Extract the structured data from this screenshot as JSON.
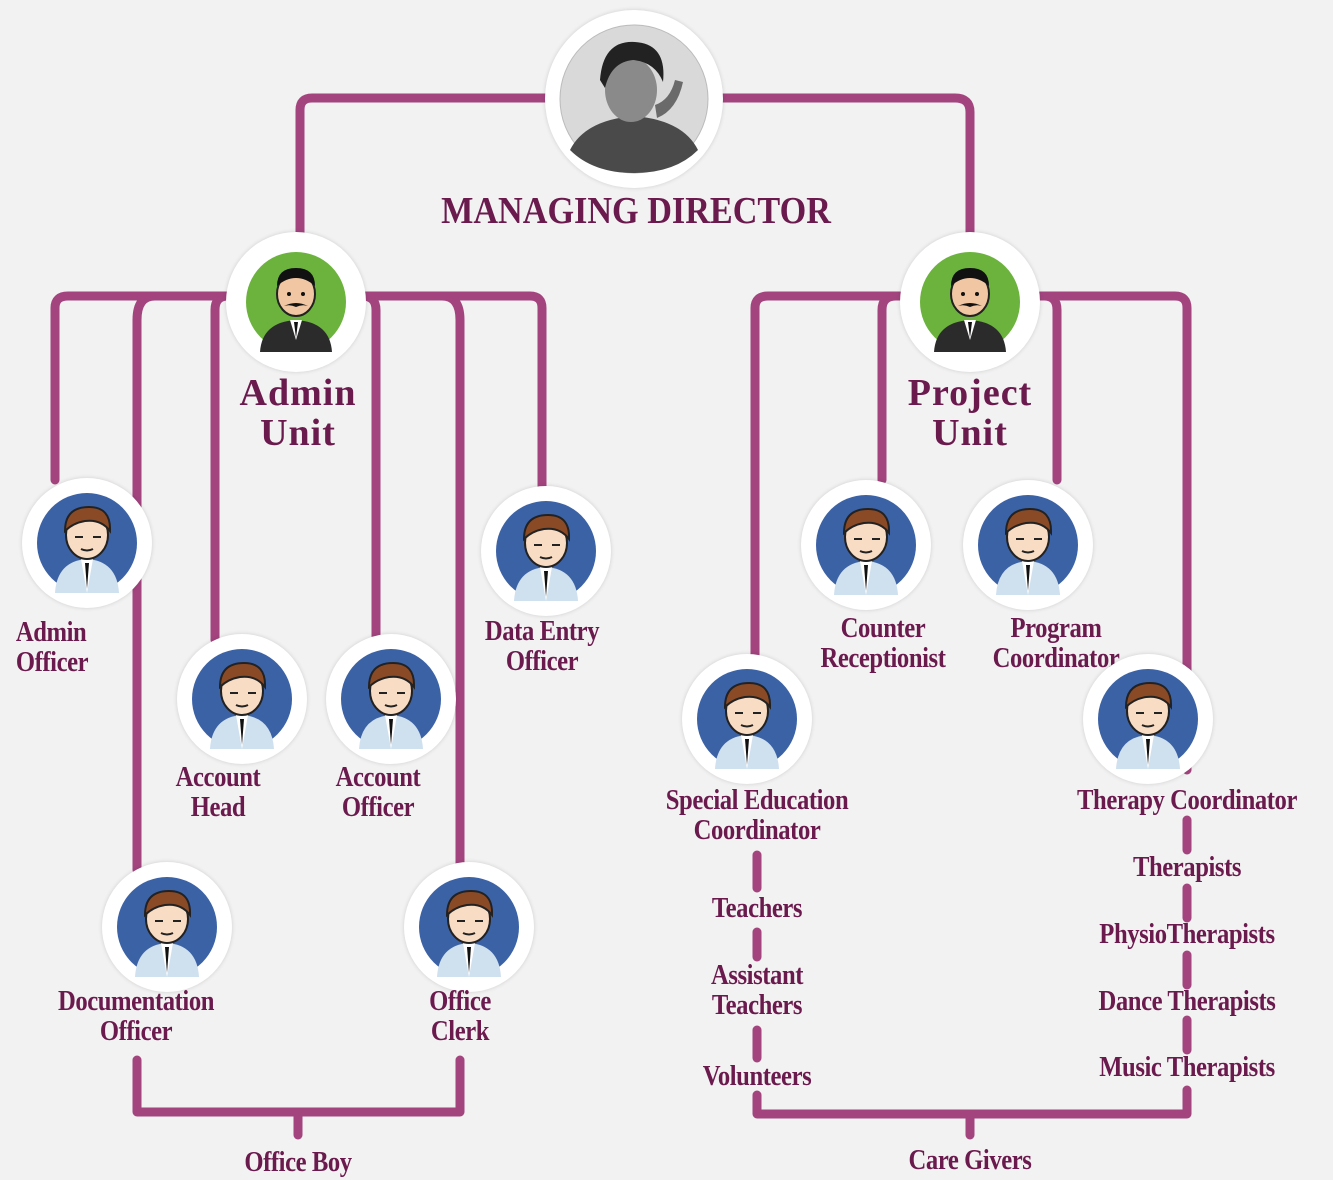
{
  "colors": {
    "line": "#a3447f",
    "text": "#6b1a4e",
    "background": "#f2f2f2"
  },
  "director": {
    "title": "MANAGING DIRECTOR",
    "icon": "director-photo"
  },
  "admin_unit": {
    "line1": "Admin",
    "line2": "Unit",
    "staff": [
      {
        "line1": "Admin",
        "line2": "Officer"
      },
      {
        "line1": "Account",
        "line2": "Head"
      },
      {
        "line1": "Account",
        "line2": "Officer"
      },
      {
        "line1": "Data Entry",
        "line2": "Officer"
      },
      {
        "line1": "Documentation",
        "line2": "Officer"
      },
      {
        "line1": "Office",
        "line2": "Clerk"
      }
    ],
    "bottom": "Office Boy"
  },
  "project_unit": {
    "line1": "Project",
    "line2": "Unit",
    "staff": [
      {
        "line1": "Counter",
        "line2": "Receptionist"
      },
      {
        "line1": "Program",
        "line2": "Coordinator"
      },
      {
        "line1": "Special Education",
        "line2": "Coordinator"
      },
      {
        "line1": "Therapy Coordinator",
        "line2": ""
      }
    ],
    "education_chain": [
      "Teachers",
      "Assistant",
      "Teachers",
      "Volunteers"
    ],
    "therapy_chain": [
      "Therapists",
      "PhysioTherapists",
      "Dance Therapists",
      "Music Therapists"
    ],
    "bottom": "Care Givers"
  }
}
